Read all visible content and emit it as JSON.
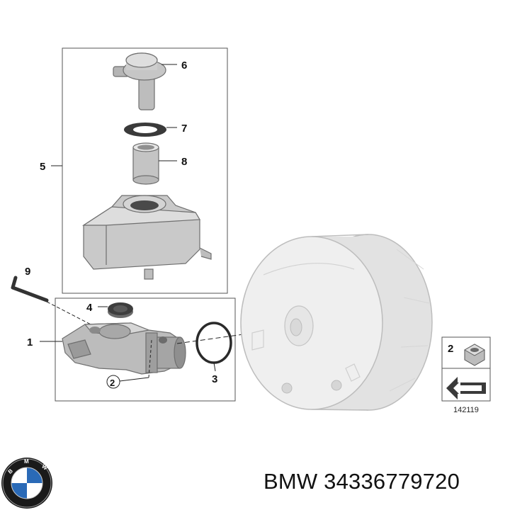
{
  "callouts": {
    "c1": "1",
    "c2": "2",
    "c3": "3",
    "c4": "4",
    "c5": "5",
    "c6": "6",
    "c7": "7",
    "c8": "8",
    "c9": "9",
    "inset_number": "2"
  },
  "diagram_code": "142119",
  "logo_letters": "BMW",
  "caption": "BMW 34336779720",
  "colors": {
    "part_fill": "#c9c9c9",
    "booster_fill": "#ececec",
    "line": "#222222",
    "logo_blue": "#2a6ab7"
  }
}
